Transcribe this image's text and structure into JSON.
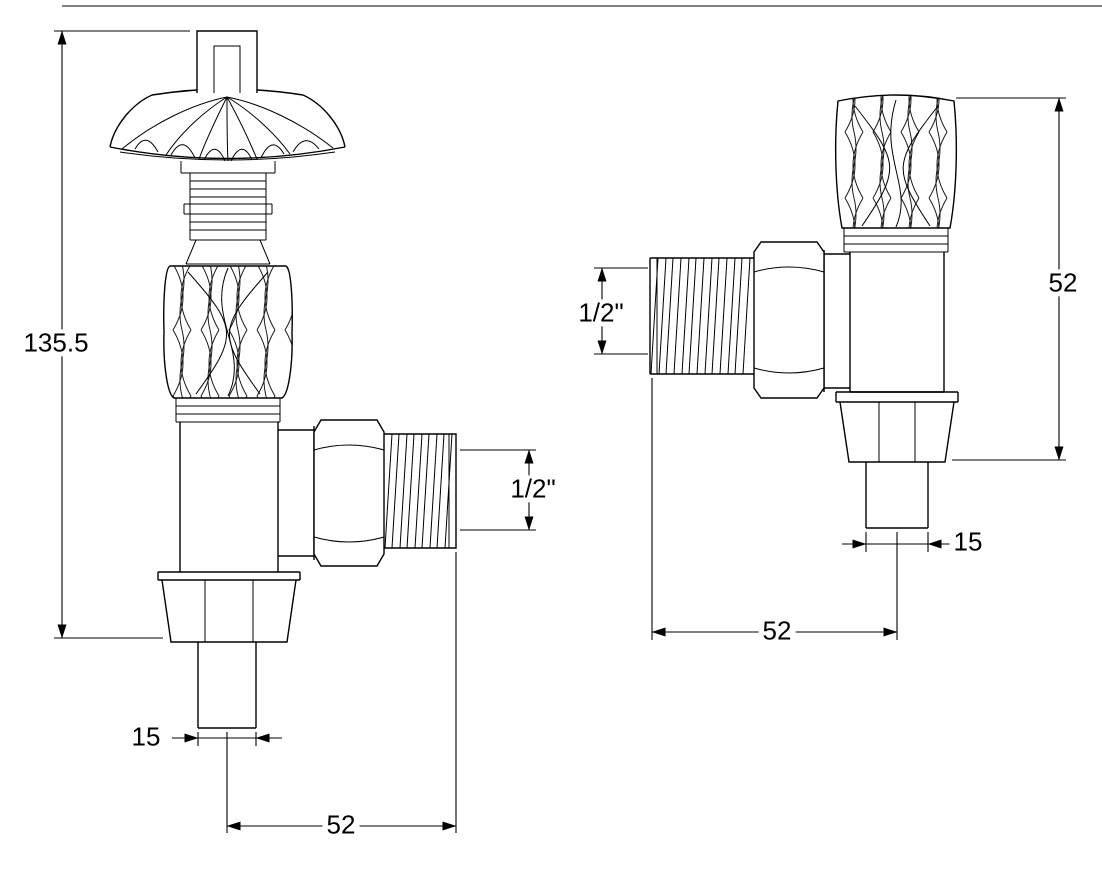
{
  "colors": {
    "background": "#ffffff",
    "line": "#000000"
  },
  "left_view": {
    "height": "135.5",
    "thread": "1/2\"",
    "tail_width": "15",
    "reach": "52"
  },
  "right_view": {
    "height": "52",
    "thread": "1/2\"",
    "tail_width": "15",
    "reach": "52"
  }
}
